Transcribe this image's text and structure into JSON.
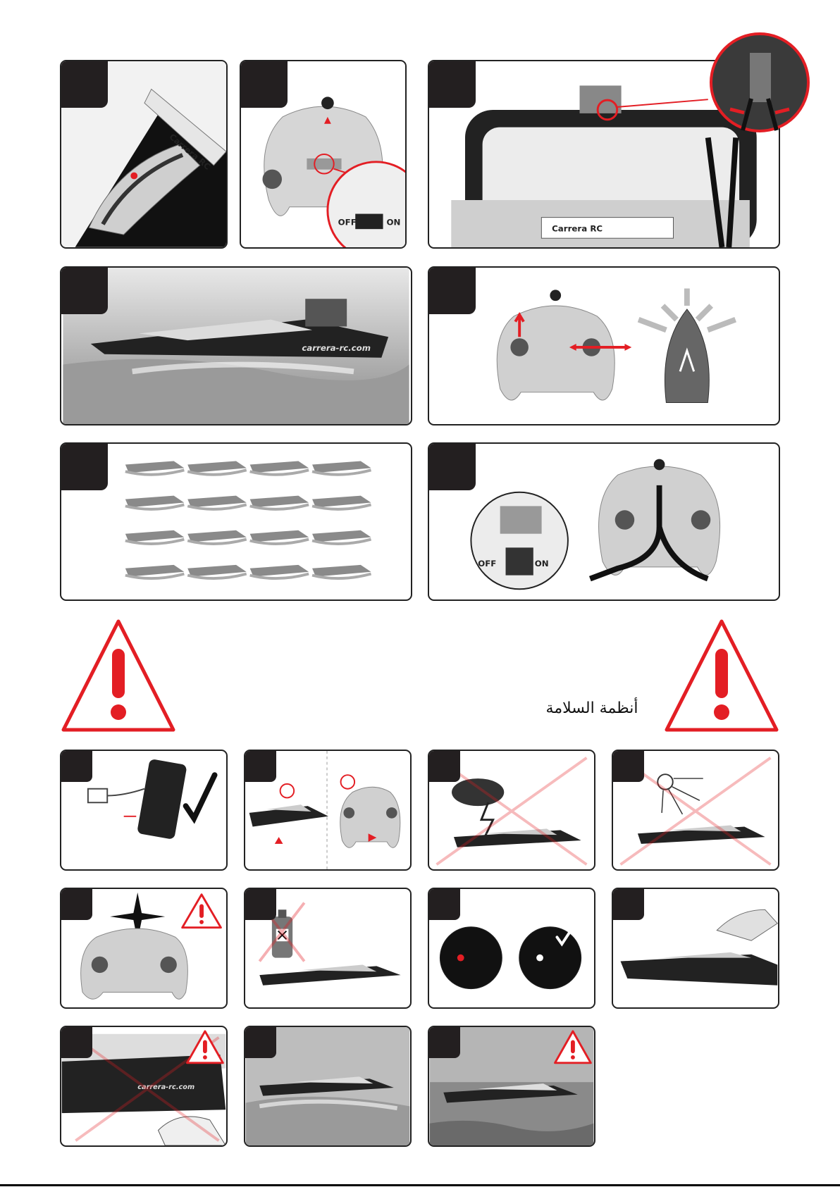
{
  "safety": {
    "title": "أنظمة السلامة"
  },
  "remote": {
    "switch_off": "OFF",
    "switch_on": "ON"
  },
  "branding": {
    "logo_text": "Carrera RC",
    "website": "carrera-rc.com"
  },
  "colors": {
    "accent": "#e31e24",
    "panel_border": "#222222",
    "tab": "#231f20"
  },
  "icons": [
    "warning-triangle-icon",
    "checkmark-icon",
    "cross-icon",
    "charger-icon",
    "battery-icon",
    "thunderstorm-icon",
    "sun-icon",
    "chemical-bottle-icon",
    "led-red-icon",
    "led-white-icon"
  ]
}
